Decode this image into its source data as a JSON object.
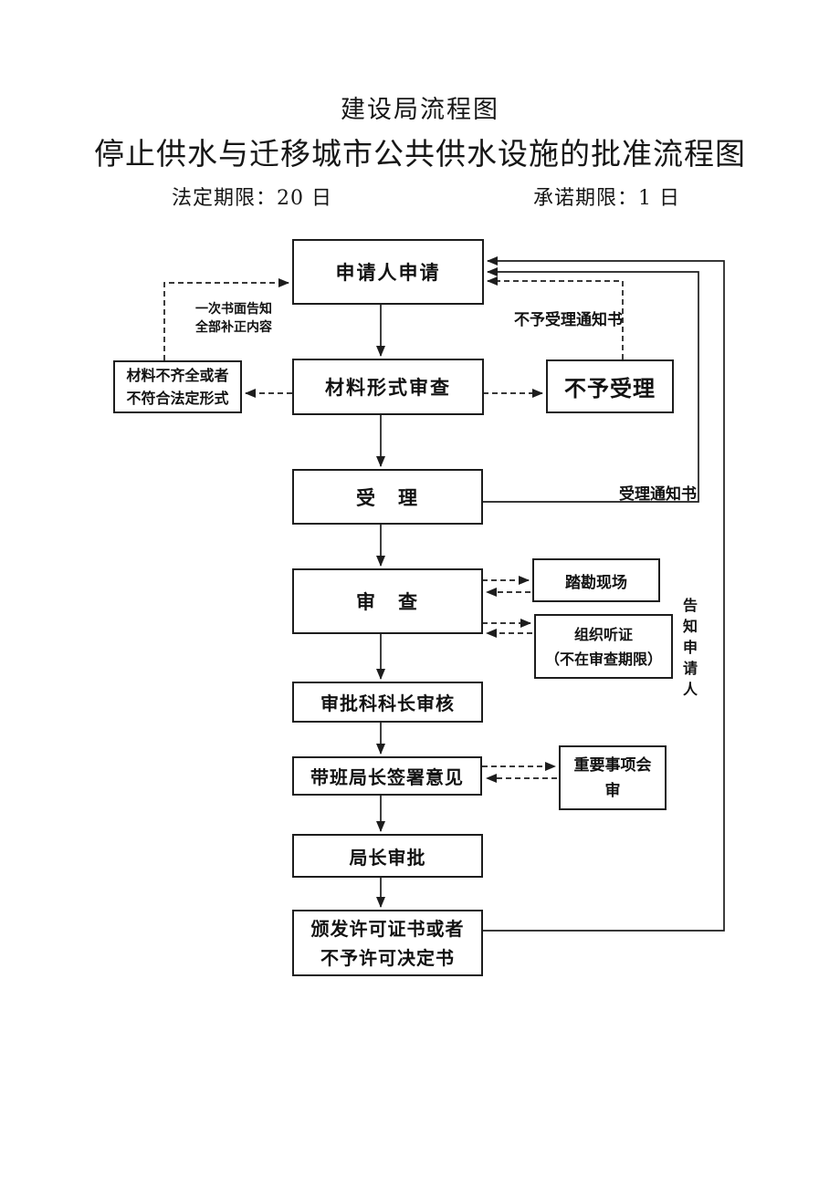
{
  "page": {
    "title": "建设局流程图",
    "subtitle": "停止供水与迁移城市公共供水设施的批准流程图",
    "legal_deadline": "法定期限：20 日",
    "promised_deadline": "承诺期限：1 日"
  },
  "flowchart": {
    "nodes": {
      "applicant": "申请人申请",
      "material_review": "材料形式审查",
      "acceptance": "受　理",
      "examination": "审　查",
      "section_chief": "审批科科长审核",
      "duty_director": "带班局长签署意见",
      "director_approval": "局长审批",
      "issue_certificate": "颁发许可证书或者\n不予许可决定书",
      "incomplete_material": "材料不齐全或者\n不符合法定形式",
      "rejection": "不予受理",
      "site_survey": "踏勘现场",
      "hearing": "组织听证\n（不在审查期限）",
      "joint_review": "重要事项会\n审"
    },
    "labels": {
      "one_time_notice": "一次书面告知\n全部补正内容",
      "rejection_notice": "不予受理通知书",
      "acceptance_notice": "受理通知书",
      "notify_applicant": "告知申请人"
    }
  },
  "colors": {
    "line": "#1d1d1d",
    "text": "#121212",
    "background": "#ffffff"
  }
}
